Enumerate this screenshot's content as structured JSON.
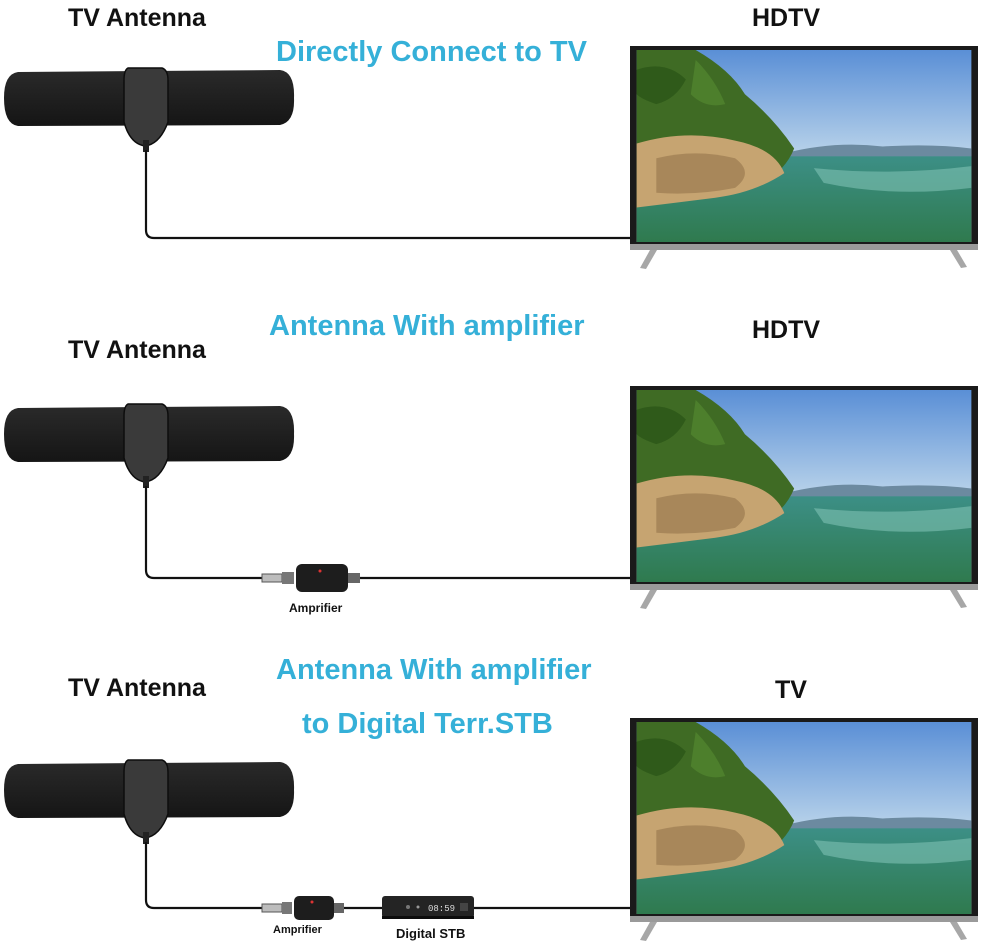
{
  "colors": {
    "caption": "#35b0d8",
    "label": "#111111",
    "antenna": "#1e1e1e",
    "cable": "#111111"
  },
  "panels": [
    {
      "antenna_label": "TV Antenna",
      "caption_lines": [
        "Directly Connect to TV"
      ],
      "tv_label": "HDTV",
      "devices": []
    },
    {
      "antenna_label": "TV Antenna",
      "caption_lines": [
        "Antenna With amplifier"
      ],
      "tv_label": "HDTV",
      "devices": [
        "Amprifier"
      ]
    },
    {
      "antenna_label": "TV Antenna",
      "caption_lines": [
        "Antenna With amplifier",
        "to Digital Terr.STB"
      ],
      "tv_label": "TV",
      "devices": [
        "Amprifier",
        "Digital STB"
      ],
      "stb_display": "08:59"
    }
  ]
}
